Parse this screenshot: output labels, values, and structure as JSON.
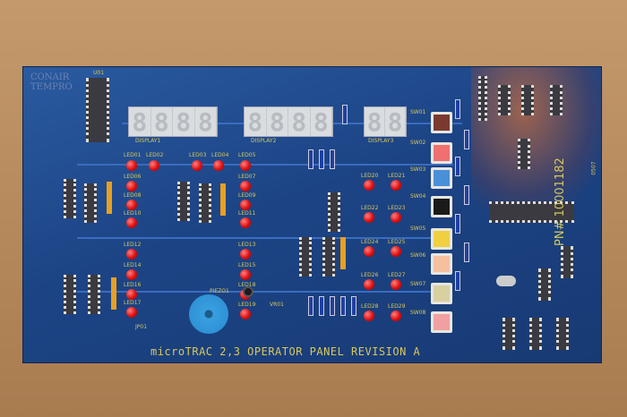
{
  "logo": {
    "line1": "CONAIR",
    "line2": "TEMPRO"
  },
  "board_title": "microTRAC 2,3 OPERATOR PANEL REVISION A",
  "part_number": "PN# 10001182",
  "date_code": "0507",
  "chip_label": "U01",
  "piezo_label": "PIEZO1",
  "vr_label": "VR01",
  "jumper_label": "JP01",
  "displays": [
    {
      "label": "DISPLAY1",
      "digits": "8888"
    },
    {
      "label": "DISPLAY2",
      "digits": "8888"
    },
    {
      "label": "DISPLAY3",
      "digits": "88"
    }
  ],
  "leds": [
    "LED01",
    "LED02",
    "LED03",
    "LED04",
    "LED05",
    "LED06",
    "LED07",
    "LED08",
    "LED09",
    "LED10",
    "LED11",
    "LED12",
    "LED13",
    "LED14",
    "LED15",
    "LED16",
    "LED17",
    "LED18",
    "LED19",
    "LED20",
    "LED21",
    "LED22",
    "LED23",
    "LED24",
    "LED25",
    "LED26",
    "LED27",
    "LED28",
    "LED29"
  ],
  "switches": [
    {
      "label": "SW01",
      "color": "#7a3a30"
    },
    {
      "label": "SW02",
      "color": "#f07070"
    },
    {
      "label": "SW03",
      "color": "#4a90d8"
    },
    {
      "label": "SW04",
      "color": "#1a1a1a"
    },
    {
      "label": "SW05",
      "color": "#f0d040"
    },
    {
      "label": "SW06",
      "color": "#f4c0a0"
    },
    {
      "label": "SW07",
      "color": "#d8d0a0"
    },
    {
      "label": "SW08",
      "color": "#f0a0a0"
    }
  ],
  "colors": {
    "board": "#1c4485",
    "silkscreen": "#d8c85a",
    "cardboard": "#b98d5f"
  }
}
